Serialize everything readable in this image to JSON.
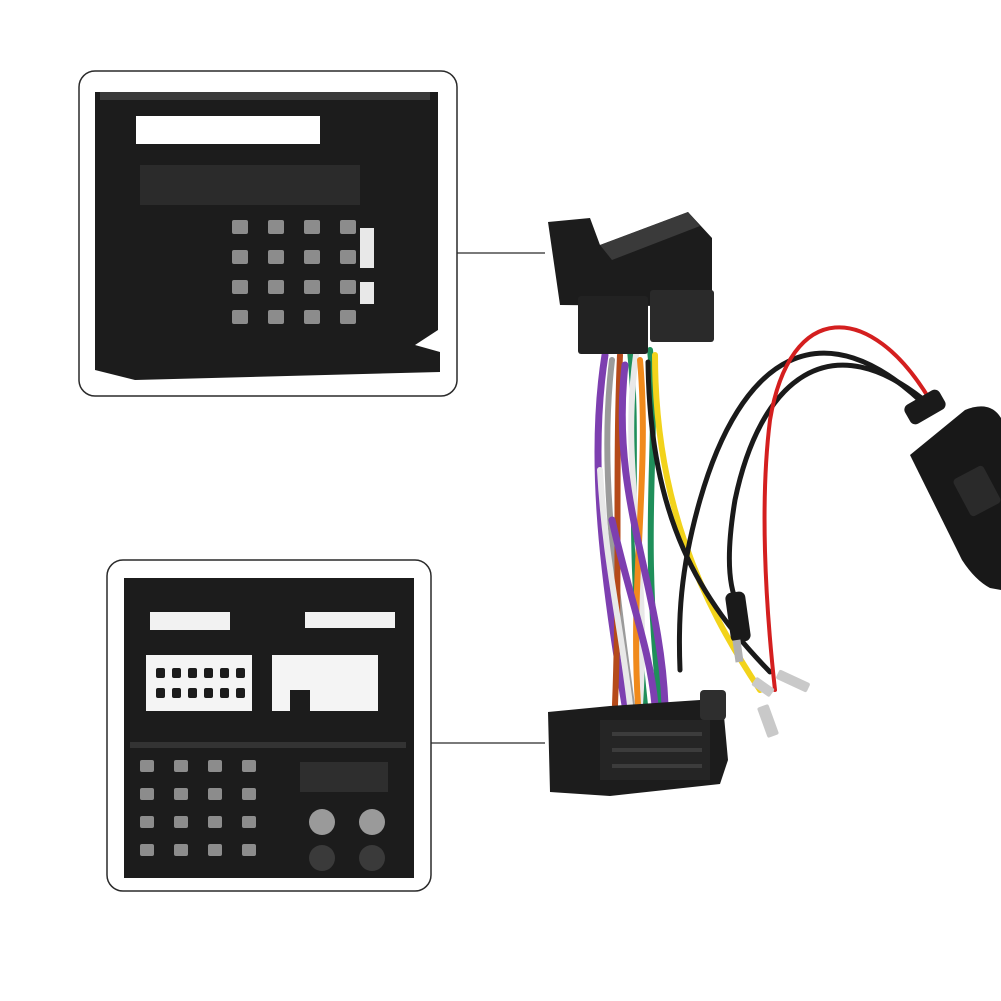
{
  "colors": {
    "background": "#ffffff",
    "frame": "#2a2a2a",
    "connector_body": "#1c1c1c",
    "connector_edge": "#3a3a3a",
    "pin": "#9a9a9a",
    "wire_purple": "#7d3fb0",
    "wire_green": "#1f8f5a",
    "wire_white": "#e8e8e8",
    "wire_grey": "#9b9b9b",
    "wire_orange": "#f08a1c",
    "wire_yellow": "#f2d31b",
    "wire_red": "#d41f1f",
    "wire_brown": "#b54a1a",
    "wire_black": "#1a1a1a"
  },
  "panels": [
    {
      "id": "quadlock-rear-view",
      "icon": "connector-rear-icon"
    },
    {
      "id": "quadlock-front-view",
      "icon": "connector-front-icon"
    }
  ],
  "product": {
    "parts": [
      "top-connector",
      "wire-bundle",
      "bottom-connector",
      "aux-cable",
      "bluetooth-module",
      "spade-terminals"
    ]
  }
}
